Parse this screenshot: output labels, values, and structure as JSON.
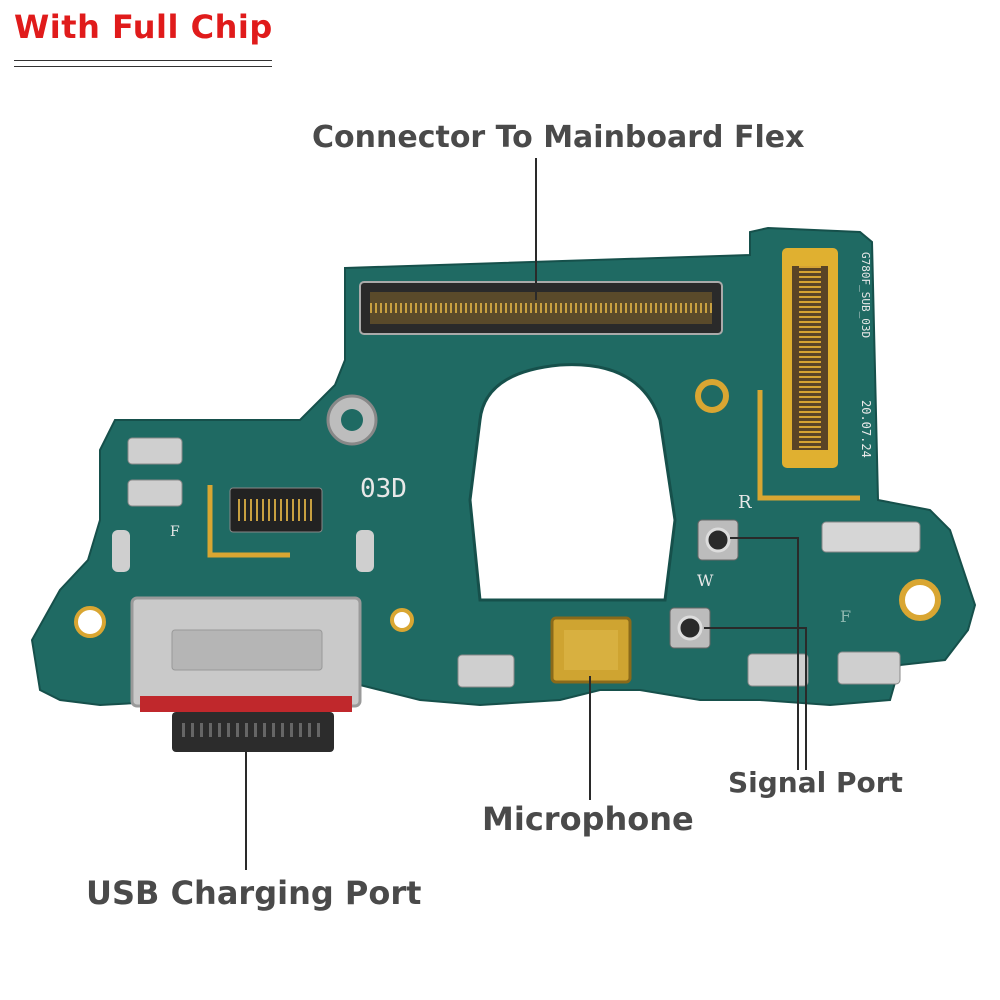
{
  "badge": {
    "text": "With Full Chip",
    "color": "#e01b1b"
  },
  "callouts": {
    "connector": "Connector To Mainboard Flex",
    "usb": "USB Charging Port",
    "microphone": "Microphone",
    "signal": "Signal Port"
  },
  "silkscreen": {
    "code": "03D",
    "label_r": "R",
    "label_w": "W",
    "label_f_left": "F",
    "label_f_right": "F",
    "part_number": "G780F_SUB_03D",
    "date": "20.07.24"
  },
  "colors": {
    "pcb": "#1f6a63",
    "pcb_dark": "#174f4b",
    "gold": "#d9a632",
    "callout_text": "#4a4a4a"
  },
  "icons": {
    "board": "phone-charging-port-flex-board",
    "usb": "usb-c-port",
    "mic": "microphone-chip"
  }
}
